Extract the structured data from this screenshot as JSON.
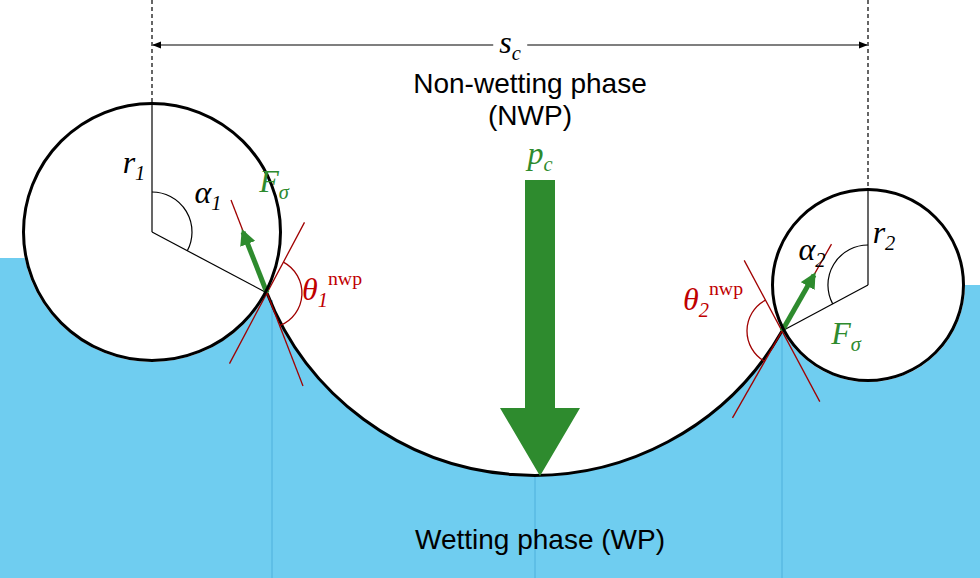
{
  "diagram": {
    "nodes": [
      {
        "text": [
          "r1",
          "α1"
        ]
      },
      {
        "text": [
          "α2",
          "r2"
        ]
      }
    ],
    "labels": [
      "sc",
      "Fσ",
      "Non-wetting phase (NWP)",
      "pc",
      "θ1nwp",
      "θ2nwp",
      "Fσ",
      "Wetting phase (WP)"
    ]
  }
}
